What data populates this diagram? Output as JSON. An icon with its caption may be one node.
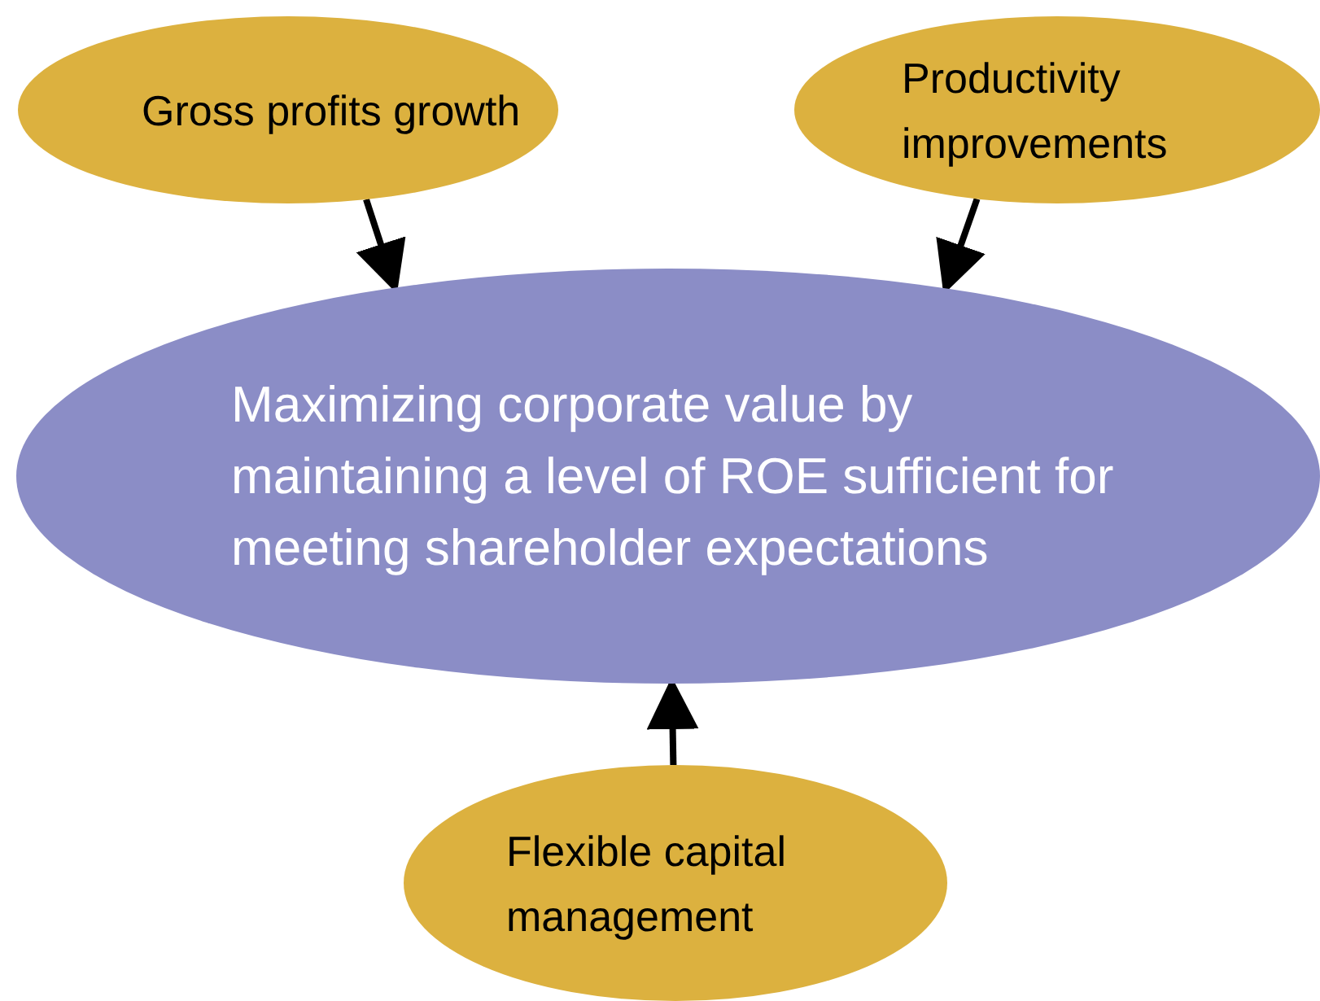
{
  "diagram": {
    "nodes": [
      {
        "text": [
          "Gross profits growth"
        ]
      },
      {
        "text": [
          "Productivity improvements"
        ]
      },
      {
        "text": [
          "Maximizing corporate value by maintaining a level of ROE sufficient for meeting shareholder expectations"
        ]
      },
      {
        "text": [
          "Flexible capital management"
        ]
      }
    ],
    "edges": [
      {
        "from": 0,
        "to": 2,
        "arrow": "to"
      },
      {
        "from": 1,
        "to": 2,
        "arrow": "to"
      },
      {
        "from": 3,
        "to": 2,
        "arrow": "to"
      }
    ]
  }
}
